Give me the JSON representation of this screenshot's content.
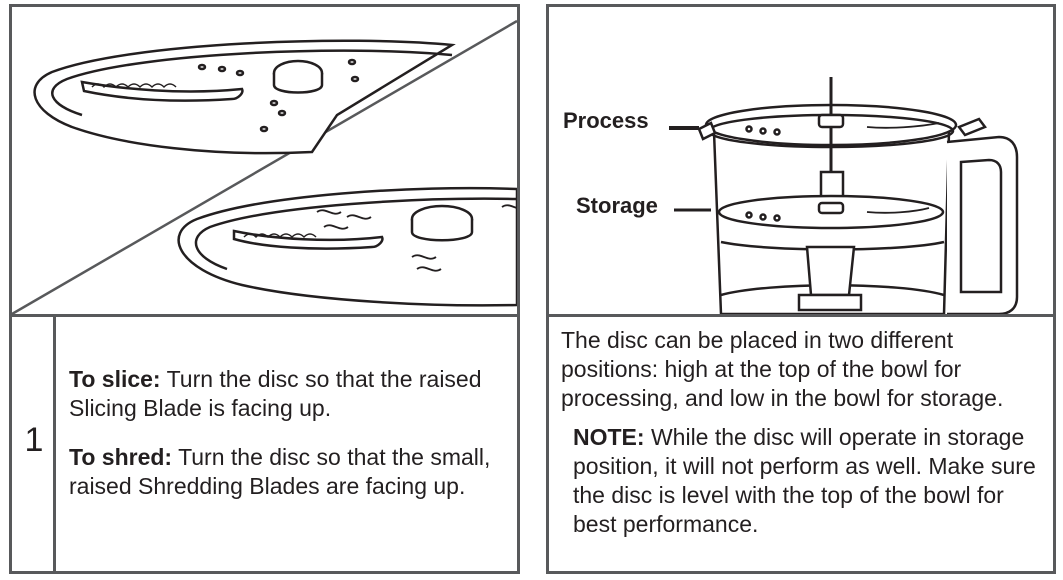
{
  "step": {
    "number": "1",
    "slice_label": "To slice:",
    "slice_text": "Turn the disc so that the raised Slicing Blade is facing up.",
    "shred_label": "To shred:",
    "shred_text": "Turn the disc so that the small, raised Shredding Blades are facing up."
  },
  "illustration": {
    "process_label": "Process",
    "storage_label": "Storage"
  },
  "description": {
    "main_text": "The disc can be placed in two different positions: high at the top of the bowl for processing, and low in the bowl for storage.",
    "note_label": "NOTE:",
    "note_text": "While the disc will operate in storage position, it will not perform as well. Make sure the disc is level with the top of the bowl for best performance."
  },
  "colors": {
    "border": "#58595b",
    "line": "#231f20",
    "fill_light": "#ffffff"
  }
}
